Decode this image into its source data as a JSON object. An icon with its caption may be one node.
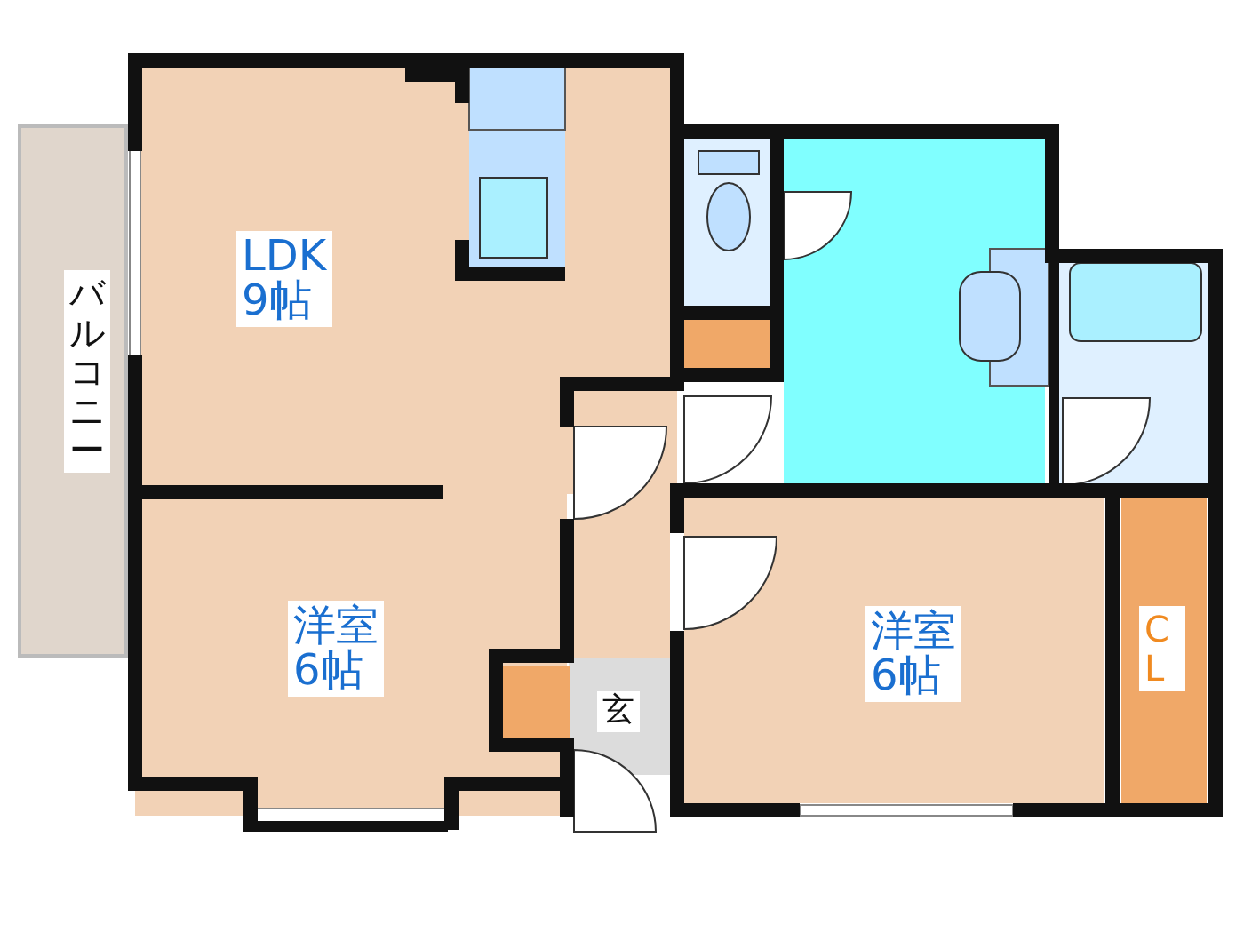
{
  "diagram": {
    "nodes": [
      {
        "text": [
          "バルコニー"
        ]
      },
      {
        "text": [
          "LDK",
          "9帖"
        ]
      },
      {
        "text": [
          "洋室",
          "6帖"
        ]
      },
      {
        "text": [
          "玄"
        ]
      },
      {
        "text": [
          "洋室",
          "6帖"
        ]
      },
      {
        "text": [
          "CL"
        ]
      }
    ]
  }
}
